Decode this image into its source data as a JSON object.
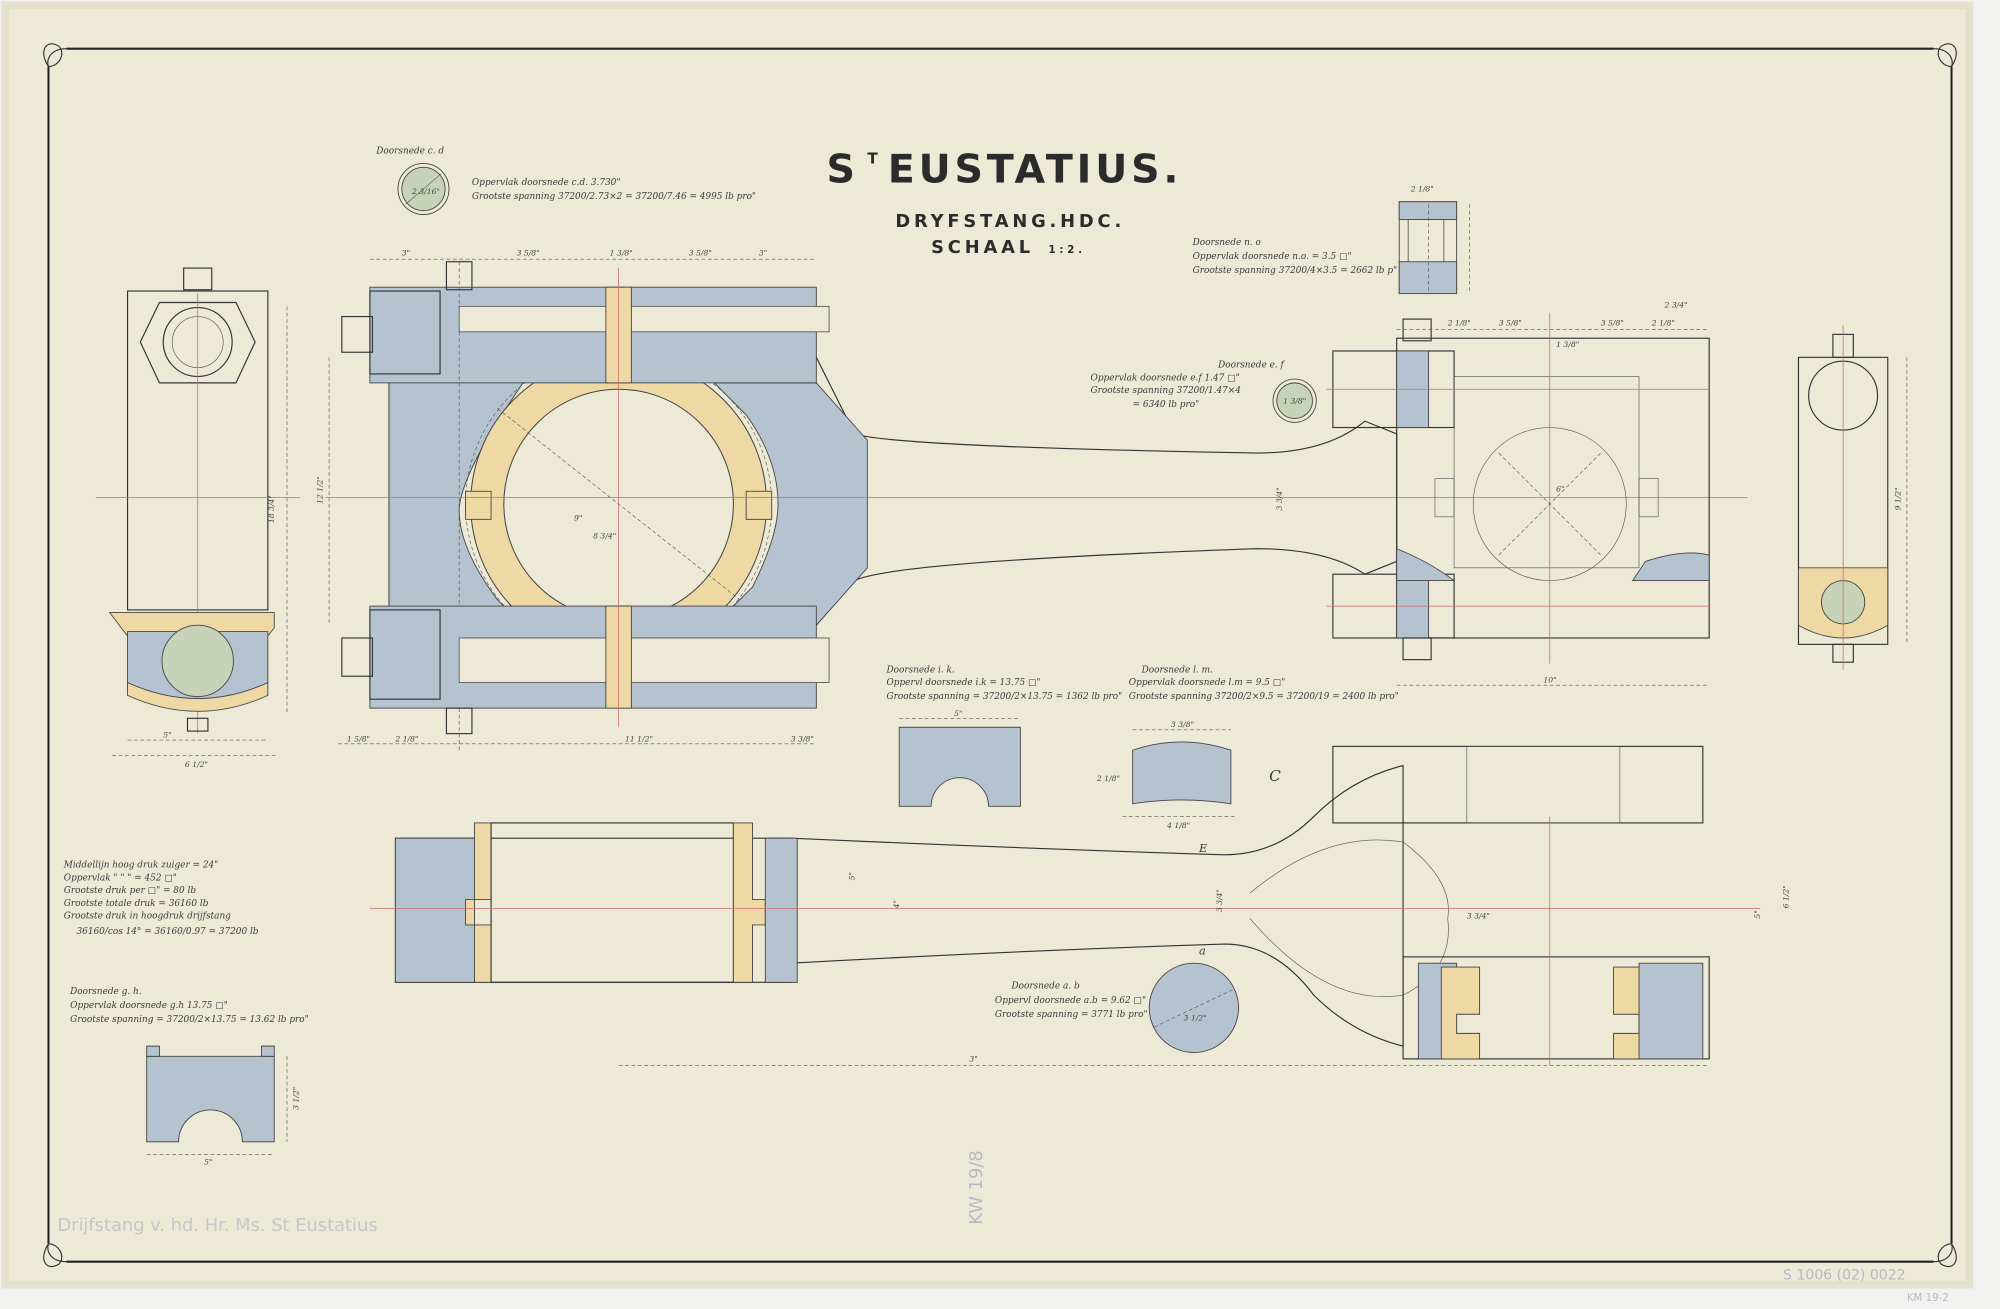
{
  "title": {
    "main_prefix": "S",
    "main_sup": "T",
    "main_rest": "EUSTATIUS.",
    "subtitle": "DRYFSTANG.HDC.",
    "scale_label": "SCHAAL",
    "scale_value": "1:2."
  },
  "sections": {
    "cd": {
      "heading": "Doorsnede  c. d",
      "line1": "Oppervlak doorsnede  c.d.  3.730\"",
      "line2": "Grootste spanning  37200/2.73×2 = 37200/7.46 = 4995 lb pro\"",
      "diameter": "2 3/16\""
    },
    "no": {
      "heading": "Doorsnede  n. o",
      "line1": "Oppervlak doorsnede n.o. = 3.5 □\"",
      "line2": "Grootste spanning  37200/4×3.5 = 2662 lb p\""
    },
    "ef": {
      "heading": "Doorsnede  e. f",
      "line1": "Oppervlak doorsnede e.f  1.47 □\"",
      "line2": "Grootste spanning  37200/1.47×4",
      "line3": "= 6340 lb pro\"",
      "diameter": "1 3/8\""
    },
    "ik": {
      "heading": "Doorsnede  i. k.",
      "line1": "Oppervl doorsnede i.k = 13.75 □\"",
      "line2": "Grootste spanning = 37200/2×13.75 = 1362 lb pro\"",
      "width": "5\""
    },
    "lm": {
      "heading": "Doorsnede  l. m.",
      "line1": "Oppervlak doorsnede l.m = 9.5 □\"",
      "line2": "Grootste spanning  37200/2×9.5 = 37200/19 = 2400 lb pro\"",
      "width_top": "3 3/8\"",
      "width_bottom": "4 1/8\"",
      "height": "2 1/8\""
    },
    "ab": {
      "heading": "Doorsnede   a. b",
      "line1": "Oppervl doorsnede a.b = 9.62 □\"",
      "line2": "Grootste spanning = 3771 lb pro\"",
      "diameter": "3 1/2\""
    },
    "gh": {
      "heading": "Doorsnede  g. h.",
      "line1": "Oppervlak doorsnede g.h  13.75 □\"",
      "line2": "Grootste spanning =  37200/2×13.75  = 13.62 lb pro\"",
      "width": "5\"",
      "height": "3 1/2\""
    }
  },
  "calculation": {
    "line1": "Middellijn hoog druk zuiger  = 24\"",
    "line2": "Oppervlak      \"      \"      \"   = 452 □\"",
    "line3": "Grootste druk per □\"            = 80 lb",
    "line4": "Grootste totale druk             = 36160 lb",
    "line5": "Grootste druk in hoogdruk drijfstang",
    "line6": "36160/cos 14° = 36160/0.97 = 37200 lb"
  },
  "dimensions": {
    "top_row": [
      "3\"",
      "3 5/8\"",
      "1 3/8\"",
      "3 5/8\"",
      "3\""
    ],
    "bottom_row": [
      "1 5/8\"",
      "2 1/8\"",
      "11 1/2\"",
      "3 3/8\""
    ],
    "big_end_height": "12 1/2\"",
    "left_view_height": "18 3/4\"",
    "left_view_width": "6 1/2\"",
    "left_view_inner": "5\"",
    "bore": "9\"",
    "bore_inner": "8 3/4\"",
    "shank": "3 3/4\"",
    "small_end_bore": "6\"",
    "small_end_top": [
      "2 1/8\"",
      "3 5/8\"",
      "1 3/8\"",
      "3 5/8\"",
      "2 1/8\"",
      "2 3/4\""
    ],
    "small_end_length": "10\"",
    "right_view_height": "9 1/2\"",
    "rod_length": "3\"",
    "rod_dims": [
      "5\"",
      "4\"",
      "3 3/4\"",
      "6 1/2\"",
      "5\"",
      "3 3/4\""
    ],
    "label_c": "C",
    "label_e": "E",
    "label_a": "a"
  },
  "archive_marks": {
    "pencil_number": "KW 19/8",
    "stamp_number": "S 1006 (02) 0022",
    "stamp_sub": "KM 19-2",
    "faint_note": "Drijfstang v. hd. Hr. Ms. St Eustatius"
  },
  "colors": {
    "paper": "#ece9d6",
    "section_blue": "#b5c2cf",
    "bearing_yellow": "#eed9a4",
    "round_section_green": "#c6d3b9",
    "center_line_red": "#c86a6a",
    "ink": "#333333"
  }
}
